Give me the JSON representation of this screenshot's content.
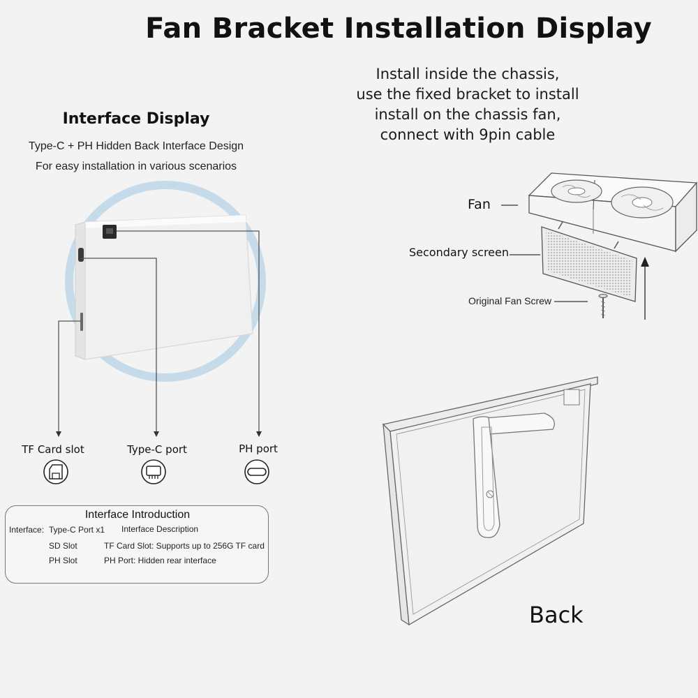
{
  "title": "Fan Bracket Installation Display",
  "install_text": [
    "Install inside the chassis,",
    "use the fixed bracket to install",
    "install on the chassis fan,",
    "connect with 9pin cable"
  ],
  "interface_display": {
    "title": "Interface Display",
    "subtitle_line1": "Type-C + PH Hidden Back Interface Design",
    "subtitle_line2": "For easy installation in various scenarios"
  },
  "ports": {
    "tf": "TF Card slot",
    "typec": "Type-C port",
    "ph": "PH port"
  },
  "fan_labels": {
    "fan": "Fan",
    "secondary": "Secondary screen",
    "screw": "Original Fan Screw"
  },
  "intro": {
    "title": "Interface Introduction",
    "interface_label": "Interface:",
    "col1": [
      "Type-C Port x1",
      "SD Slot",
      "PH Slot"
    ],
    "col2": [
      "Interface Description",
      "TF Card Slot: Supports up to 256G TF card",
      "PH Port: Hidden rear interface"
    ]
  },
  "back_label": "Back"
}
